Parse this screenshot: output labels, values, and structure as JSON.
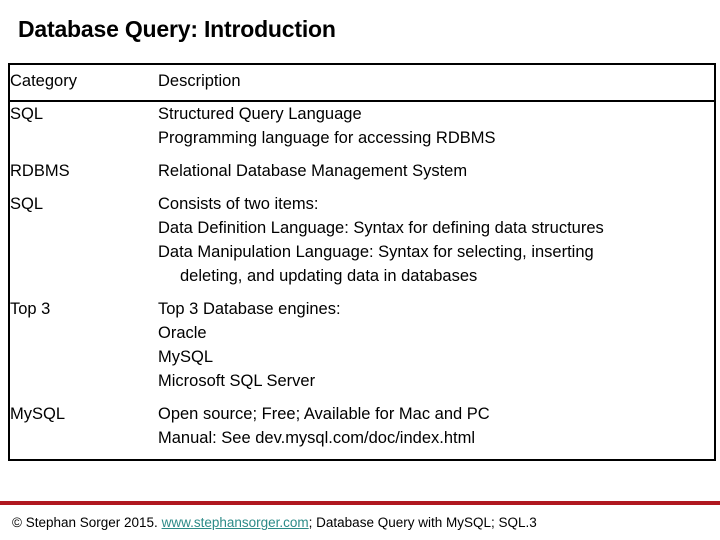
{
  "slide": {
    "title": "Database Query: Introduction"
  },
  "table": {
    "headers": {
      "category": "Category",
      "description": "Description"
    },
    "rows": [
      {
        "category": "SQL",
        "description_lines": [
          {
            "text": "Structured Query Language",
            "indent": false
          },
          {
            "text": "Programming language for accessing RDBMS",
            "indent": false
          }
        ]
      },
      {
        "category": "RDBMS",
        "description_lines": [
          {
            "text": "Relational Database Management System",
            "indent": false
          }
        ]
      },
      {
        "category": "SQL",
        "description_lines": [
          {
            "text": "Consists of two items:",
            "indent": false
          },
          {
            "text": "Data Definition Language: Syntax for defining data structures",
            "indent": false
          },
          {
            "text": "Data Manipulation Language: Syntax for selecting, inserting",
            "indent": false
          },
          {
            "text": "deleting, and updating data in databases",
            "indent": true
          }
        ]
      },
      {
        "category": "Top 3",
        "description_lines": [
          {
            "text": "Top 3 Database engines:",
            "indent": false
          },
          {
            "text": "Oracle",
            "indent": false
          },
          {
            "text": "MySQL",
            "indent": false
          },
          {
            "text": "Microsoft SQL Server",
            "indent": false
          }
        ]
      },
      {
        "category": "MySQL",
        "description_lines": [
          {
            "text": "Open source; Free; Available for Mac and PC",
            "indent": false
          },
          {
            "text": "Manual: See dev.mysql.com/doc/index.html",
            "indent": false
          }
        ]
      }
    ]
  },
  "footer": {
    "copyright": "© Stephan Sorger 2015.",
    "link": "www.stephansorger.com",
    "trailing": "; Database Query with MySQL;  SQL.3",
    "rule_color": "#b01820",
    "link_color": "#2d8b88"
  }
}
